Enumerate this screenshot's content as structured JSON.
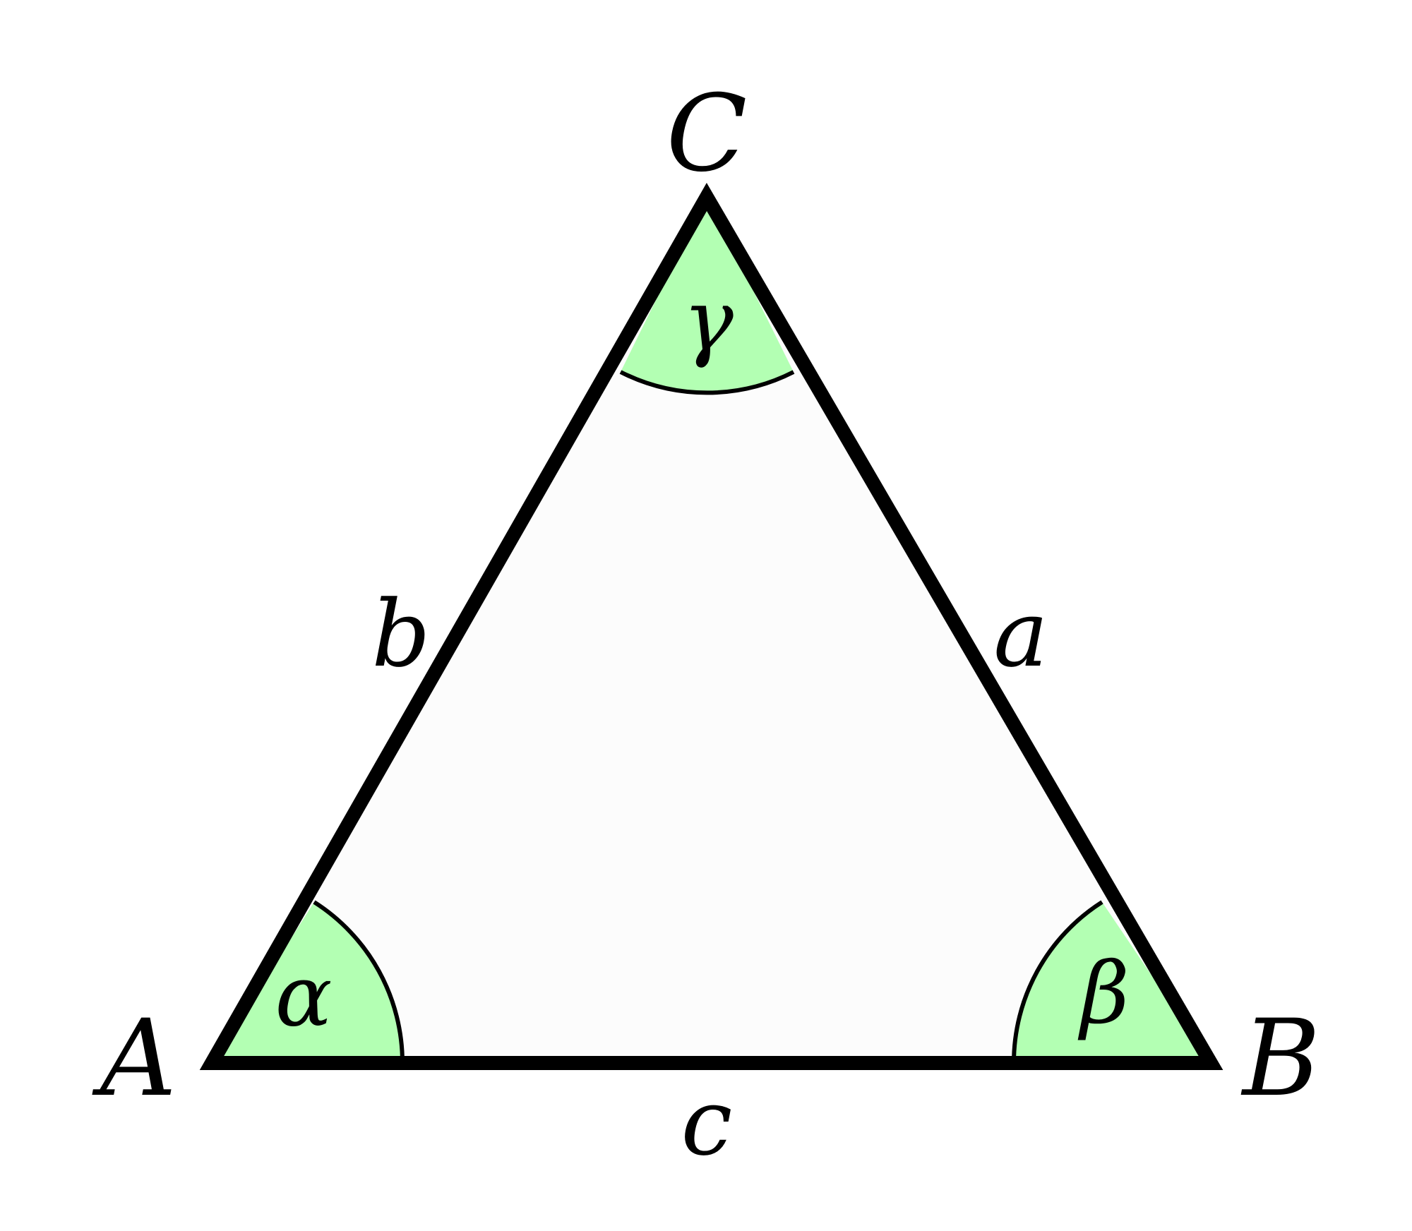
{
  "vertices": {
    "A": "A",
    "B": "B",
    "C": "C"
  },
  "sides": {
    "a": "a",
    "b": "b",
    "c": "c"
  },
  "angles": {
    "alpha": "α",
    "beta": "β",
    "gamma": "γ"
  },
  "colors": {
    "triangle_fill": "#fcfcfc",
    "angle_fill": "#b3ffb3",
    "stroke": "#000000",
    "background": "#ffffff"
  }
}
